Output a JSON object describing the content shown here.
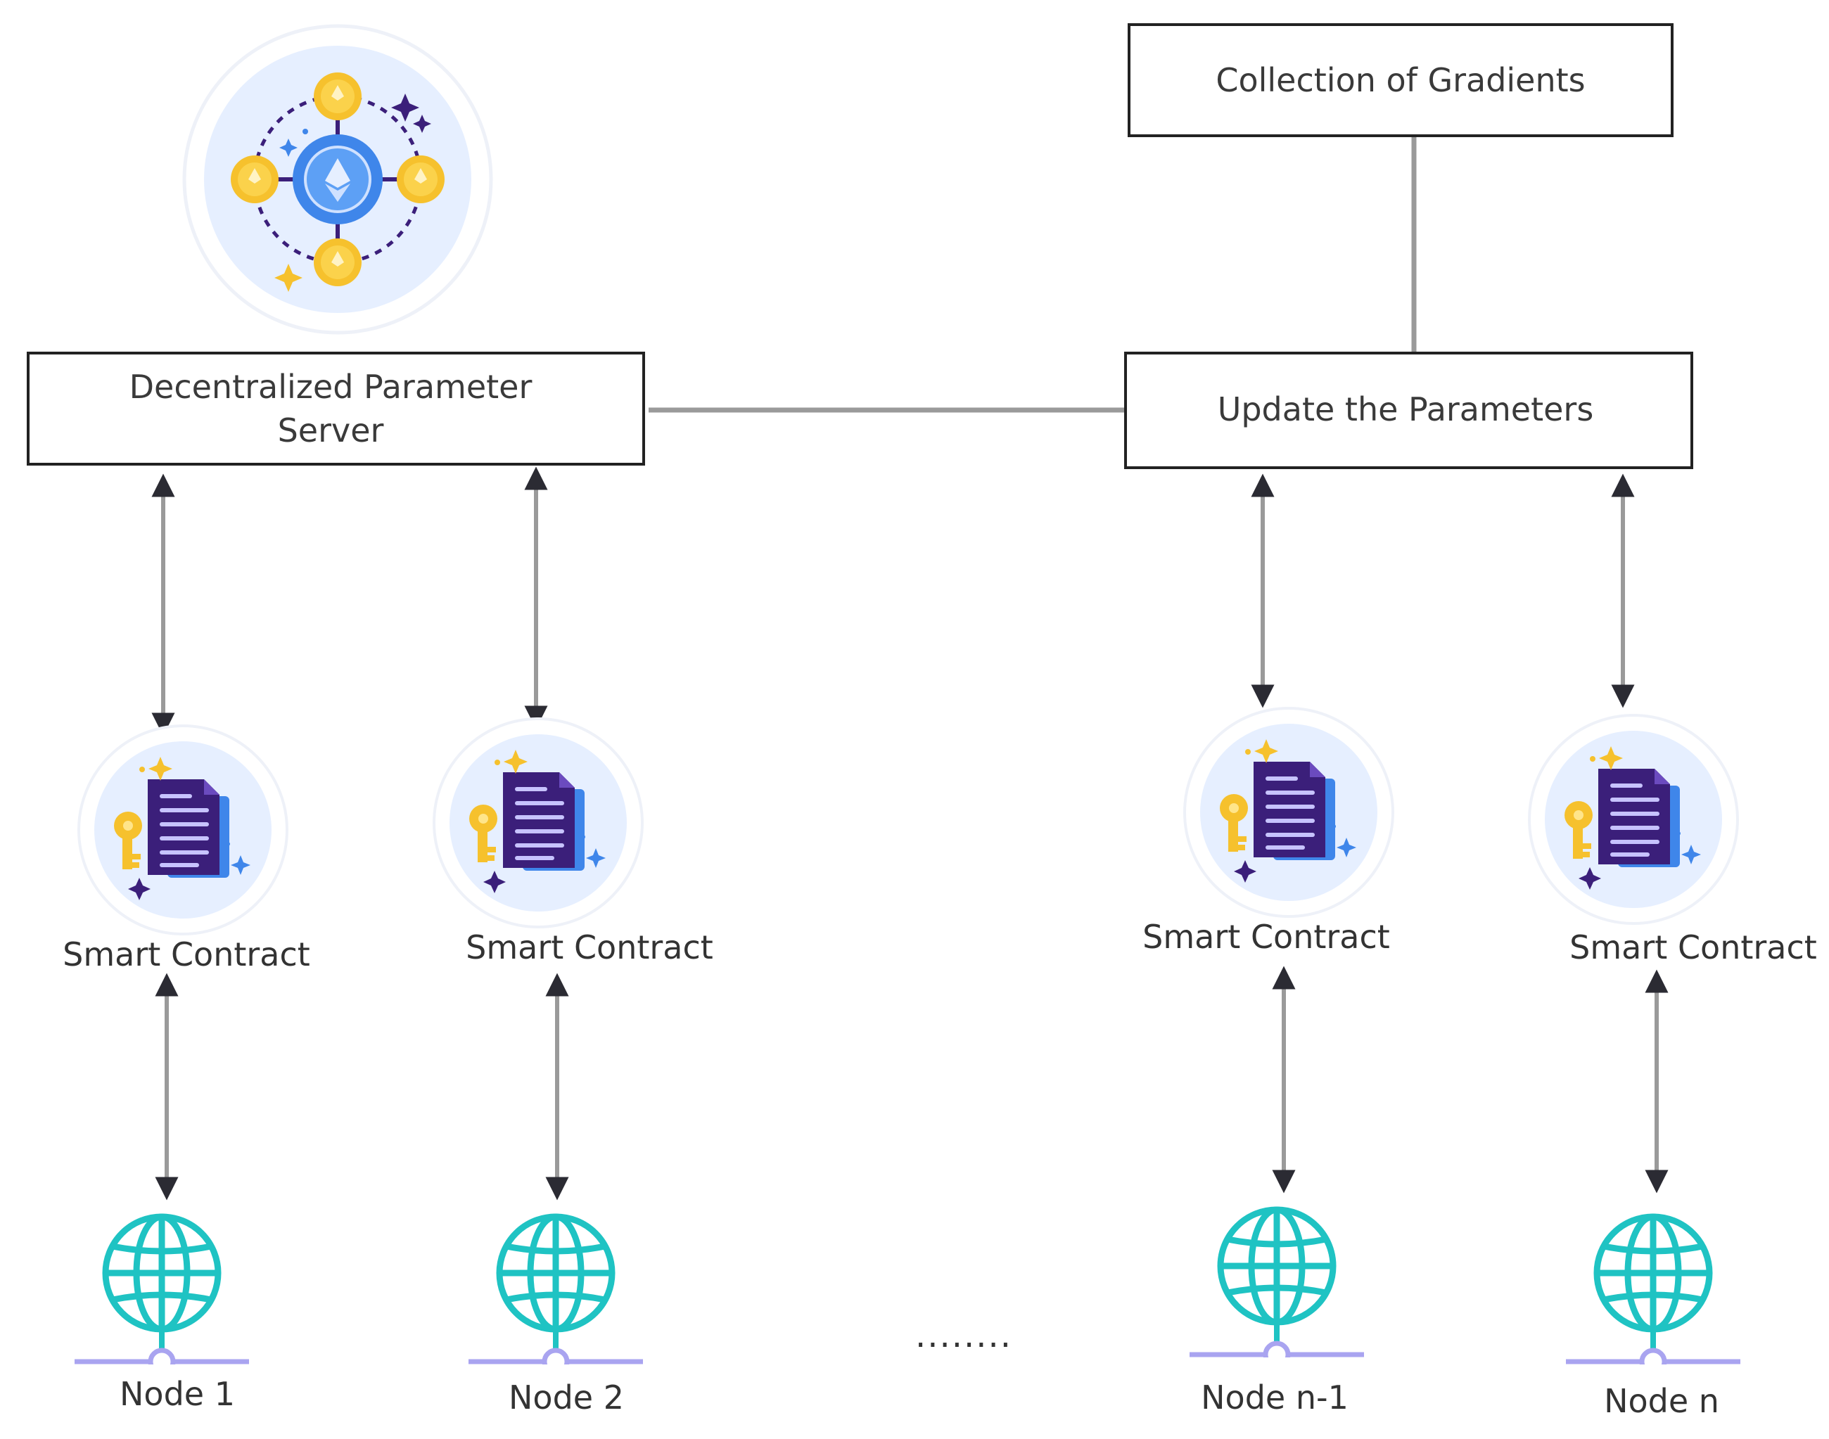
{
  "boxes": {
    "collection": "Collection of Gradients",
    "update": "Update the Parameters",
    "server_line1": "Decentralized Parameter",
    "server_line2": "Server"
  },
  "smart_contracts": [
    "Smart Contract",
    "Smart Contract",
    "Smart Contract",
    "Smart Contract"
  ],
  "nodes": [
    "Node 1",
    "Node 2",
    "Node n-1",
    "Node n"
  ],
  "ellipsis": "........",
  "colors": {
    "box_border": "#222222",
    "connector": "#9a9a9a",
    "arrow": "#2b2b33",
    "globe": "#1fc3c3",
    "node_link": "#a9a4f0",
    "coin": "#f6c12d",
    "eth_blue": "#3f86ea",
    "doc_purple": "#3b1f7a",
    "icon_bg": "#e6efff"
  },
  "icons": {
    "server": "ethereum-network-icon",
    "contract": "smart-contract-document-key-icon",
    "node": "globe-network-icon"
  }
}
